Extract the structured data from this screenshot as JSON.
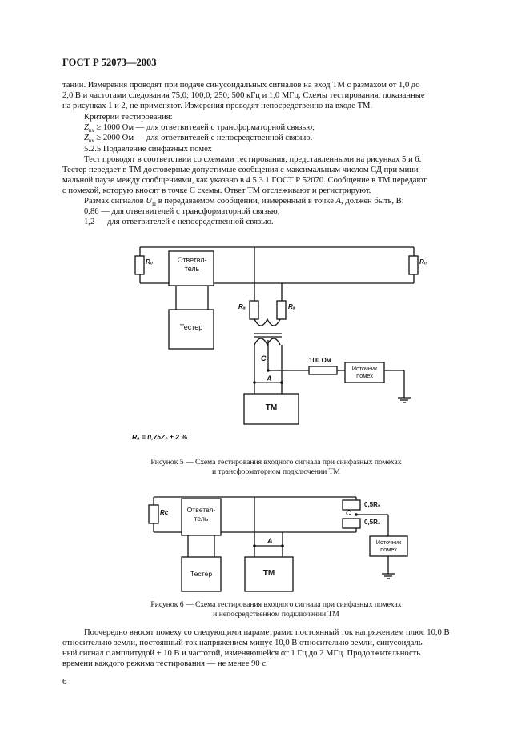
{
  "header": "ГОСТ Р 52073—2003",
  "intro_lines": [
    "тании. Измерения проводят при подаче синусоидальных сигналов на вход ТМ с размахом от 1,0 до",
    "2,0 В и частотами следования 75,0; 100,0; 250; 500 кГц и 1,0 МГц. Схемы тестирования, показанные",
    "на рисунках 1 и 2, не применяют. Измерения проводят непосредственно на входе ТМ."
  ],
  "criteria_title": "Критерии тестирования:",
  "criteria": [
    {
      "sym": "Z",
      "sub": "вх",
      "text": " ≥ 1000 Ом — для ответвителей с трансформаторной связью;"
    },
    {
      "sym": "Z",
      "sub": "вх",
      "text": " ≥ 2000 Ом — для ответвителей с непосредственной связью."
    }
  ],
  "section_heading": "5.2.5  Подавление синфазных помех",
  "test_lines": [
    "Тест проводят в соответствии со схемами тестирования, представленными на рисунках 5 и 6.",
    "Тестер передает в ТМ достоверные допустимые сообщения с максимальным числом СД при мини-",
    "мальной паузе между сообщениями, как указано в 4.5.3.1 ГОСТ Р 52070. Сообщение в ТМ передают",
    "с помехой, которую вносят в точке C схемы. Ответ ТМ отслеживают и регистрируют."
  ],
  "size_line": {
    "pre": "Размах сигналов ",
    "sym": "U",
    "sub": "П",
    "post": " в передаваемом сообщении, измеренный в точке ",
    "point": "A",
    "end": ", должен быть, В:"
  },
  "values": [
    "0,86 — для ответвителей с трансформаторной связью;",
    "1,2 — для ответвителей с непосредственной связью."
  ],
  "figure5": {
    "coupler": [
      "Ответвл-",
      "тель"
    ],
    "tester": "Тестер",
    "tm": "ТМ",
    "r0_left": "R₀",
    "r0_right": "R₀",
    "ra_left": "Rₐ",
    "ra_right": "Rₐ",
    "point_c": "C",
    "point_a": "A",
    "resistor_100": "100 Ом",
    "noise": [
      "Источник",
      "помех"
    ],
    "formula": "Rₐ = 0,75Z₀ ± 2 %",
    "caption": [
      "Рисунок 5 — Схема тестирования входного сигнала при синфазных помехах",
      "и трансформаторном подключении ТМ"
    ]
  },
  "figure6": {
    "coupler": [
      "Ответвл-",
      "тель"
    ],
    "tester": "Тестер",
    "tm": "ТМ",
    "rc": "Rс",
    "r_top": "0,5R₀",
    "r_bottom": "0,5R₀",
    "point_c": "C",
    "point_a": "A",
    "noise": [
      "Источник",
      "помех"
    ],
    "caption": [
      "Рисунок 6 — Схема тестирования входного сигнала при синфазных помехах",
      "и непосредственном подключении ТМ"
    ]
  },
  "final_lines": [
    "Поочередно вносят помеху со следующими параметрами: постоянный ток напряжением плюс 10,0 В",
    "относительно земли, постоянный ток напряжением минус 10,0 В относительно земли, синусоидаль-",
    "ный сигнал с амплитудой ± 10 В и частотой, изменяющейся от 1 Гц до 2 МГц. Продолжительность",
    "времени каждого режима тестирования — не менее 90 с."
  ],
  "page_number": "6"
}
